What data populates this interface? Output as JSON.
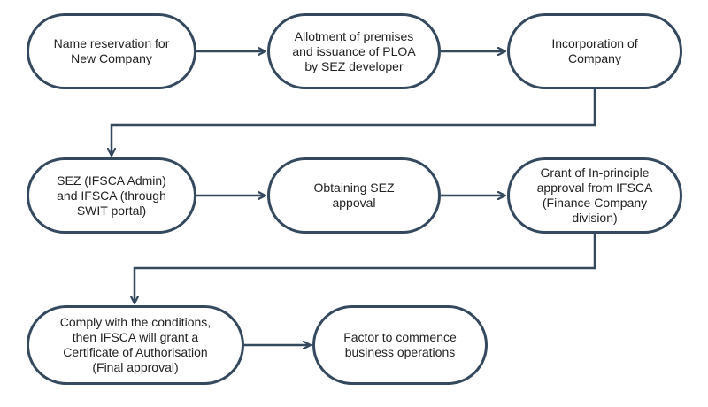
{
  "colors": {
    "border": "#34495e",
    "connector": "#34495e",
    "text": "#222222",
    "background": "#ffffff"
  },
  "steps": [
    {
      "id": "name-reservation",
      "label": "Name reservation for\nNew Company"
    },
    {
      "id": "allotment-ploa",
      "label": "Allotment of premises\nand issuance of PLOA\nby SEZ developer"
    },
    {
      "id": "incorporation",
      "label": "Incorporation of\nCompany"
    },
    {
      "id": "sez-ifsca",
      "label": "SEZ (IFSCA Admin)\nand IFSCA (through\nSWIT portal)"
    },
    {
      "id": "sez-approval",
      "label": "Obtaining SEZ\nappoval"
    },
    {
      "id": "in-principle",
      "label": "Grant of In-principle\napproval from IFSCA\n(Finance Company\ndivision)"
    },
    {
      "id": "comply-conditions",
      "label": "Comply with the conditions,\nthen IFSCA will grant a\nCertificate of Authorisation\n(Final approval)"
    },
    {
      "id": "commence-business",
      "label": "Factor to commence\nbusiness operations"
    }
  ],
  "edges": [
    {
      "from": "name-reservation",
      "to": "allotment-ploa"
    },
    {
      "from": "allotment-ploa",
      "to": "incorporation"
    },
    {
      "from": "incorporation",
      "to": "sez-ifsca"
    },
    {
      "from": "sez-ifsca",
      "to": "sez-approval"
    },
    {
      "from": "sez-approval",
      "to": "in-principle"
    },
    {
      "from": "in-principle",
      "to": "comply-conditions"
    },
    {
      "from": "comply-conditions",
      "to": "commence-business"
    }
  ]
}
